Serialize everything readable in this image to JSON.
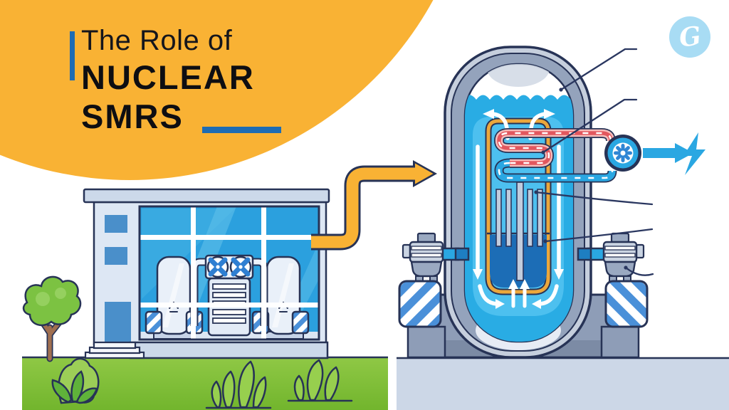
{
  "header": {
    "title_line1": "The Role of",
    "title_line2": "NUCLEAR",
    "title_line3": "SMRS"
  },
  "logo": {
    "glyph": "G"
  },
  "icons": {
    "turbine": "pinwheel-fan",
    "electricity": "lightning-bolt",
    "flow": "white-circulation-arrows",
    "transfer": "yellow-s-arrow"
  },
  "colors": {
    "accent_orange": "#F9B234",
    "accent_blue": "#1E6CB4",
    "outline_navy": "#273356",
    "title_text": "#0E0E12",
    "water_blue": "#29ACE4",
    "inner_water_blue": "#4DC0EF",
    "core_blue": "#1C6DB6",
    "hot_pipe_red": "#E2575E",
    "cold_pipe_blue": "#2AA7E2",
    "electricity_blue": "#2AA7E2",
    "vessel_gray": "#94A3BC",
    "vessel_light_gray": "#C6CFDD",
    "shroud_yellow": "#EBA73C",
    "grass_green": "#8CC53E",
    "concrete_gray": "#CCD7E7",
    "glass_blue": "#2BA0DE",
    "logo_bg": "#A8DCF4",
    "stripe_blue": "#4A90D9"
  }
}
